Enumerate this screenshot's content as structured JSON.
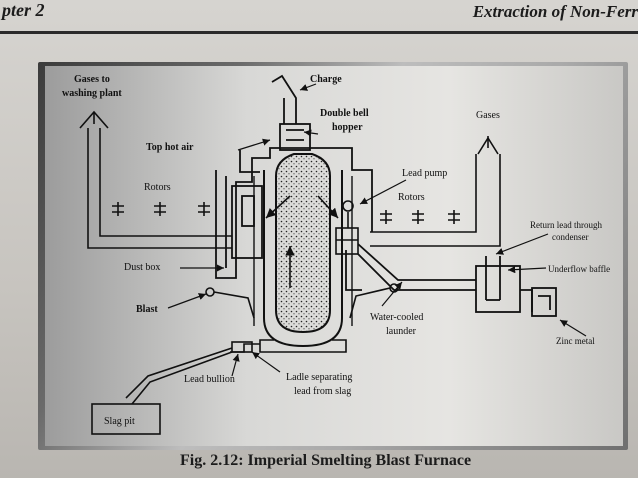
{
  "header": {
    "chapter": "pter 2",
    "title": "Extraction of Non-Ferr"
  },
  "diagram": {
    "labels": {
      "gases_to_washing_1": "Gases to",
      "gases_to_washing_2": "washing plant",
      "charge": "Charge",
      "double_bell_1": "Double bell",
      "double_bell_2": "hopper",
      "gases": "Gases",
      "top_hot_air": "Top hot air",
      "lead_pump": "Lead pump",
      "rotors_left": "Rotors",
      "rotors_right": "Rotors",
      "return_lead_1": "Return lead through",
      "return_lead_2": "condenser",
      "dust_box": "Dust box",
      "underflow_baffle": "Underflow baffle",
      "blast": "Blast",
      "water_cooled_1": "Water-cooled",
      "water_cooled_2": "launder",
      "zinc_metal": "Zinc metal",
      "lead_bullion": "Lead bullion",
      "ladle_1": "Ladle separating",
      "ladle_2": "lead from slag",
      "slag_pit": "Slag pit"
    }
  },
  "caption": "Fig. 2.12: Imperial Smelting Blast Furnace",
  "colors": {
    "ink": "#111111",
    "paper": "#d6d4d0",
    "frame_dark": "#3b3b3b"
  }
}
